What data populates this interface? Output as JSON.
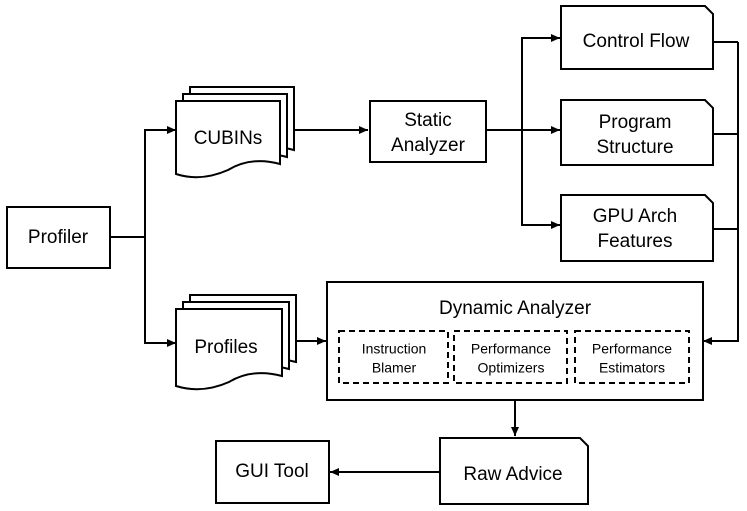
{
  "nodes": {
    "profiler": "Profiler",
    "cubins": "CUBINs",
    "profiles": "Profiles",
    "static_analyzer": [
      "Static",
      "Analyzer"
    ],
    "control_flow": "Control Flow",
    "program_structure": [
      "Program",
      "Structure"
    ],
    "gpu_arch_features": [
      "GPU Arch",
      "Features"
    ],
    "dynamic_analyzer": {
      "title": "Dynamic Analyzer",
      "instruction_blamer": [
        "Instruction",
        "Blamer"
      ],
      "performance_optimizers": [
        "Performance",
        "Optimizers"
      ],
      "performance_estimators": [
        "Performance",
        "Estimators"
      ]
    },
    "raw_advice": "Raw Advice",
    "gui_tool": "GUI Tool"
  },
  "colors": {
    "stroke": "#000000",
    "fill": "#ffffff"
  }
}
